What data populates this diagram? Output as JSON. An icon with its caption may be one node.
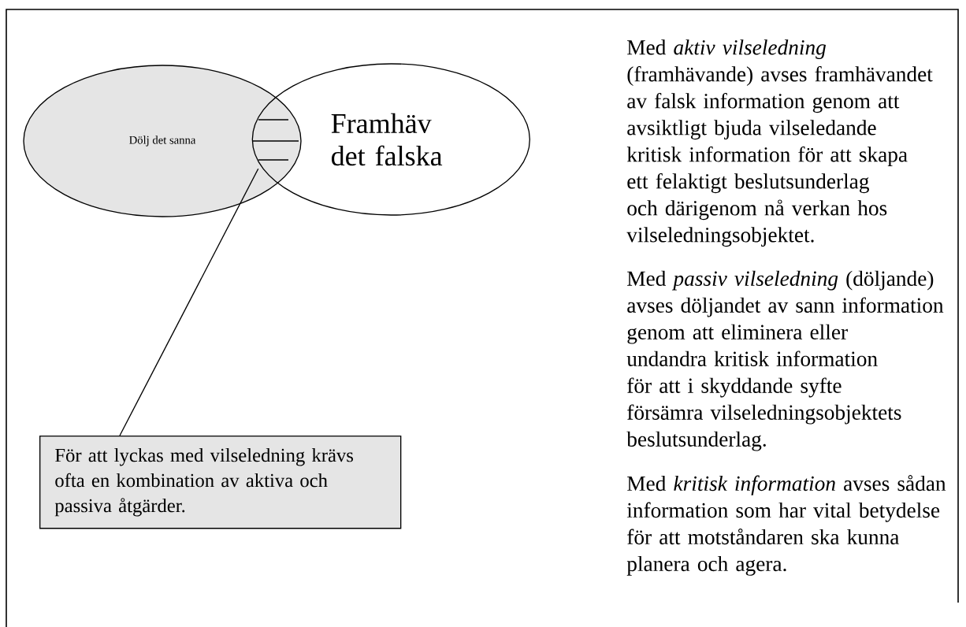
{
  "diagram": {
    "nodes": [
      {
        "text": [
          "Dölj det sanna"
        ]
      },
      {
        "text": [
          "Framhäv det falska"
        ]
      },
      {
        "text": [],
        "shape": "lens"
      },
      {
        "text": [
          "För att lyckas med vilseledning krävs ofta en kombination av aktiva och passiva åtgärder."
        ]
      }
    ],
    "edges": [
      {
        "from": 3,
        "to": 2,
        "arrow": "none"
      }
    ],
    "labels": [
      "Med *aktiv vilseledning* (framhävande) avses framhävandet av falsk information genom att avsiktligt bjuda vilseledande kritisk information för att skapa ett felaktigt beslutsunderlag och därigenom nå verkan hos vilseledningsobjektet.",
      "Med *passiv vilseledning* (döljande) avses döljandet av sann information genom att eliminera eller undandra kritisk information för att i skyddande syfte försämra vilseledningsobjektets beslutsunderlag.",
      "Med *kritisk information* avses sådan information som har vital betydelse för att motståndaren ska kunna planera och agera."
    ]
  }
}
